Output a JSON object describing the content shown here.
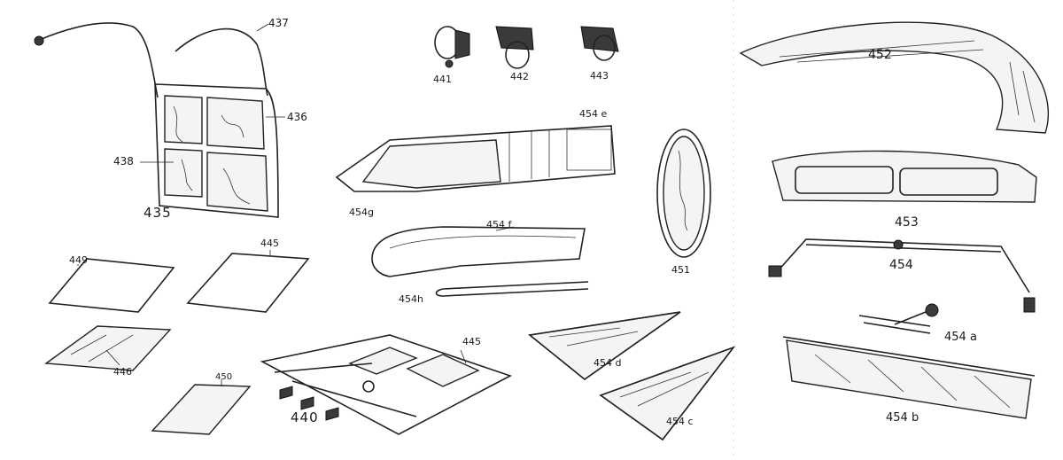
{
  "parts": [
    {
      "id": "435",
      "label": "435"
    },
    {
      "id": "436",
      "label": "436"
    },
    {
      "id": "437",
      "label": "437"
    },
    {
      "id": "438",
      "label": "438"
    },
    {
      "id": "440",
      "label": "440"
    },
    {
      "id": "441",
      "label": "441"
    },
    {
      "id": "442",
      "label": "442"
    },
    {
      "id": "443",
      "label": "443"
    },
    {
      "id": "445a",
      "label": "445"
    },
    {
      "id": "445b",
      "label": "445"
    },
    {
      "id": "446",
      "label": "446"
    },
    {
      "id": "449",
      "label": "449"
    },
    {
      "id": "450",
      "label": "450"
    },
    {
      "id": "451",
      "label": "451"
    },
    {
      "id": "452",
      "label": "452"
    },
    {
      "id": "453",
      "label": "453"
    },
    {
      "id": "454",
      "label": "454"
    },
    {
      "id": "454a",
      "label": "454 a"
    },
    {
      "id": "454b",
      "label": "454 b"
    },
    {
      "id": "454c",
      "label": "454 c"
    },
    {
      "id": "454d",
      "label": "454 d"
    },
    {
      "id": "454e",
      "label": "454 e"
    },
    {
      "id": "454f",
      "label": "454 f"
    },
    {
      "id": "454g",
      "label": "454g"
    },
    {
      "id": "454h",
      "label": "454h"
    }
  ]
}
